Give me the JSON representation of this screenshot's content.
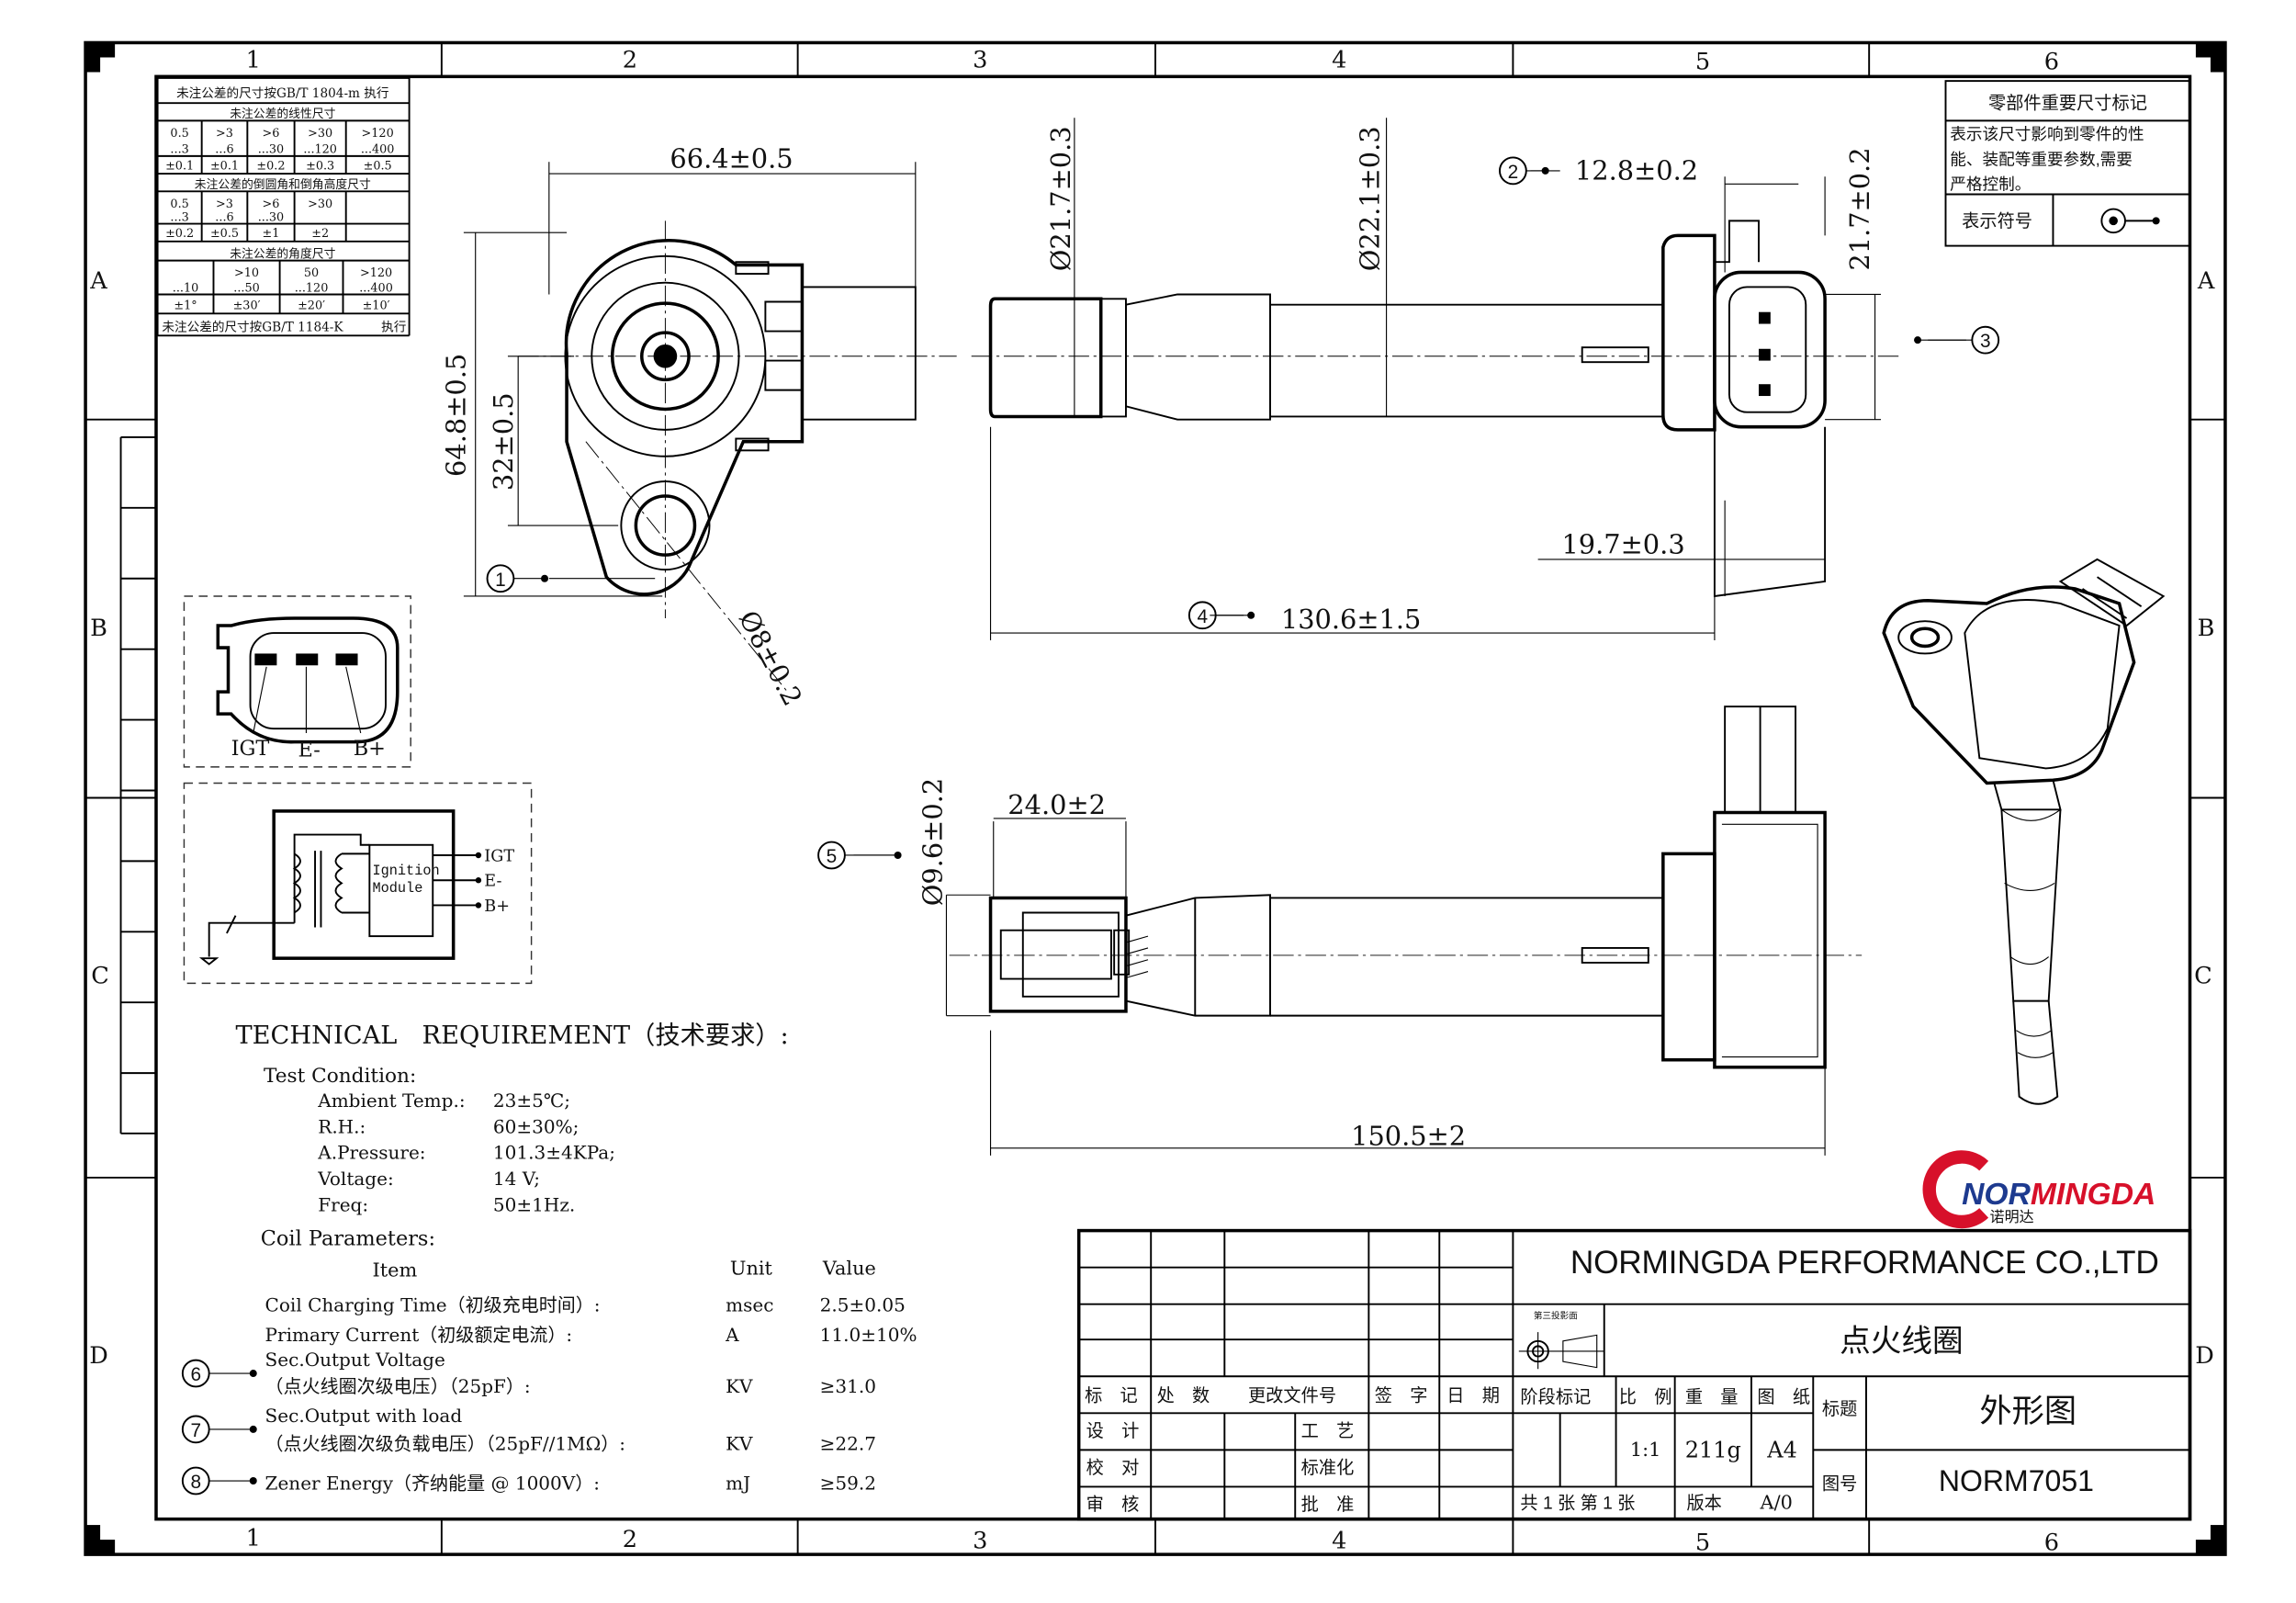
{
  "frame": {
    "columns": [
      "1",
      "2",
      "3",
      "4",
      "5",
      "6"
    ],
    "rows": [
      "A",
      "B",
      "C",
      "D"
    ]
  },
  "tolerance_table": {
    "title": "未注公差的尺寸按GB/T 1804-m 执行",
    "linear_title": "未注公差的线性尺寸",
    "linear_ranges": [
      [
        "0.5",
        "...3"
      ],
      [
        ">3",
        "...6"
      ],
      [
        ">6",
        "...30"
      ],
      [
        ">30",
        "...120"
      ],
      [
        ">120",
        "...400"
      ]
    ],
    "linear_tols": [
      "±0.1",
      "±0.1",
      "±0.2",
      "±0.3",
      "±0.5"
    ],
    "chamfer_title": "未注公差的倒圆角和倒角高度尺寸",
    "chamfer_ranges": [
      [
        "0.5",
        "...3"
      ],
      [
        ">3",
        "...6"
      ],
      [
        ">6",
        "...30"
      ],
      [
        ">30",
        ""
      ],
      [
        "",
        ""
      ]
    ],
    "chamfer_tols": [
      "±0.2",
      "±0.5",
      "±1",
      "±2",
      ""
    ],
    "angle_title": "未注公差的角度尺寸",
    "angle_ranges": [
      [
        "",
        "...10"
      ],
      [
        ">10",
        "...50"
      ],
      [
        "50",
        "...120"
      ],
      [
        ">120",
        "...400"
      ]
    ],
    "angle_tols": [
      "±1°",
      "±30′",
      "±20′",
      "±10′"
    ],
    "footer": "未注公差的尺寸按GB/T 1184-K",
    "footer_right": "执行"
  },
  "legend_box": {
    "title": "零部件重要尺寸标记",
    "lines": [
      "表示该尺寸影响到零件的性",
      "能、装配等重要参数,需要",
      "严格控制。"
    ],
    "symbol_label": "表示符号"
  },
  "dimensions": {
    "width_top": "66.4±0.5",
    "height_total": "64.8±0.5",
    "height_hole": "32±0.5",
    "hole_dia": "Ø8±0.2",
    "boot_dia": "Ø21.7±0.3",
    "tube_dia": "Ø22.1±0.3",
    "connector_width": "12.8±0.2",
    "connector_height": "21.7±0.2",
    "head_offset": "19.7±0.3",
    "length_mount": "130.6±1.5",
    "boot_length": "24.0±2",
    "tip_dia": "Ø9.6±0.2",
    "length_total": "150.5±2"
  },
  "balloons": [
    "1",
    "2",
    "3",
    "4",
    "5",
    "6",
    "7",
    "8"
  ],
  "connector_pins": [
    "IGT",
    "E-",
    "B+"
  ],
  "schematic": {
    "module_line1": "Ignition",
    "module_line2": "Module",
    "terminals": [
      "IGT",
      "E-",
      "B+"
    ]
  },
  "tech": {
    "title": "TECHNICAL　REQUIREMENT（技术要求）:",
    "test_condition": "Test Condition:",
    "conditions": [
      {
        "label": "Ambient Temp.:",
        "value": "23±5℃;"
      },
      {
        "label": "R.H.:",
        "value": "60±30%;"
      },
      {
        "label": "A.Pressure:",
        "value": "101.3±4KPa;"
      },
      {
        "label": "Voltage:",
        "value": "14 V;"
      },
      {
        "label": "Freq:",
        "value": "50±1Hz."
      }
    ],
    "coil_params": "Coil Parameters:",
    "headers": {
      "item": "Item",
      "unit": "Unit",
      "value": "Value"
    },
    "params": [
      {
        "line1": "Coil Charging Time（初级充电时间）:",
        "line2": "",
        "unit": "msec",
        "value": "2.5±0.05"
      },
      {
        "line1": "Primary Current（初级额定电流）:",
        "line2": "",
        "unit": "A",
        "value": "11.0±10%"
      },
      {
        "line1": "Sec.Output Voltage",
        "line2": "（点火线圈次级电压）（25pF）:",
        "unit": "KV",
        "value": "≥31.0"
      },
      {
        "line1": "Sec.Output with load",
        "line2": "（点火线圈次级负载电压）（25pF//1MΩ）:",
        "unit": "KV",
        "value": "≥22.7"
      },
      {
        "line1": "Zener Energy（齐纳能量 @ 1000V）:",
        "line2": "",
        "unit": "mJ",
        "value": "≥59.2"
      }
    ]
  },
  "logo": {
    "part1": "NOR",
    "part2": "MINGDA",
    "cn": "诺明达",
    "blue": "#1d3a8f",
    "red": "#d7102a"
  },
  "title_block": {
    "company": "NORMINGDA PERFORMANCE CO.,LTD",
    "projection_label": "第三投影面",
    "part_name": "点火线圈",
    "revision_headers": [
      "标　记",
      "处　数",
      "更改文件号",
      "签　字",
      "日　期"
    ],
    "roles": [
      "设　计",
      "校　对",
      "审　核"
    ],
    "roles2": [
      "工　艺",
      "标准化",
      "批　准"
    ],
    "stage_label": "阶段标记",
    "scale_label": "比　例",
    "weight_label": "重　量",
    "paper_label": "图　纸",
    "scale": "1:1",
    "weight": "211g",
    "paper": "A4",
    "sheet_info": "共 1 张  第 1 张",
    "version_label": "版本",
    "version": "A/0",
    "title_label": "标题",
    "title": "外形图",
    "drawing_no_label": "图号",
    "drawing_no": "NORM7051"
  }
}
